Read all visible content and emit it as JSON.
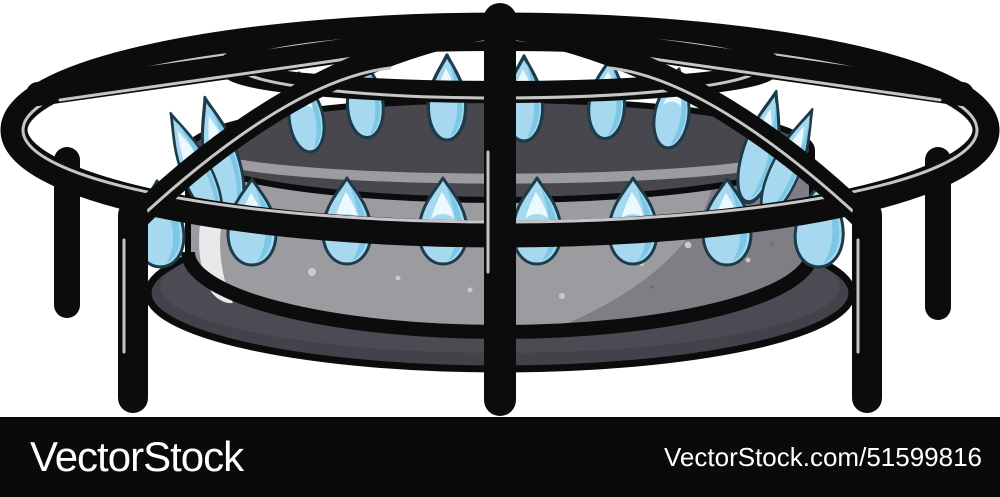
{
  "watermark": {
    "brand": "VectorStock",
    "url_label": "VectorStock.com/51599816"
  },
  "illustration": {
    "back_flame_count": 10,
    "front_flame_count": 8
  },
  "colors": {
    "ink": "#0c0c0c",
    "frame_highlight": "#c6c6c6",
    "flame_fill": "#a6d9ef",
    "flame_mid": "#7cc7e5",
    "flame_highlight": "#ebf8fe",
    "flame_stroke": "#1d3c4b",
    "drum_dark": "#47474d",
    "drum_light": "#9c9ca0",
    "drum_shade": "#7e7e84",
    "drum_highlight": "#e9e9eb",
    "speckle_light": "#c9c9cd",
    "speckle_dark": "#6c6c72",
    "base_fill": "#42424a",
    "base_top": "#4b4b53",
    "bar_bg": "#0a0a0a",
    "bar_text": "#ffffff",
    "canvas_bg": "#ffffff"
  }
}
